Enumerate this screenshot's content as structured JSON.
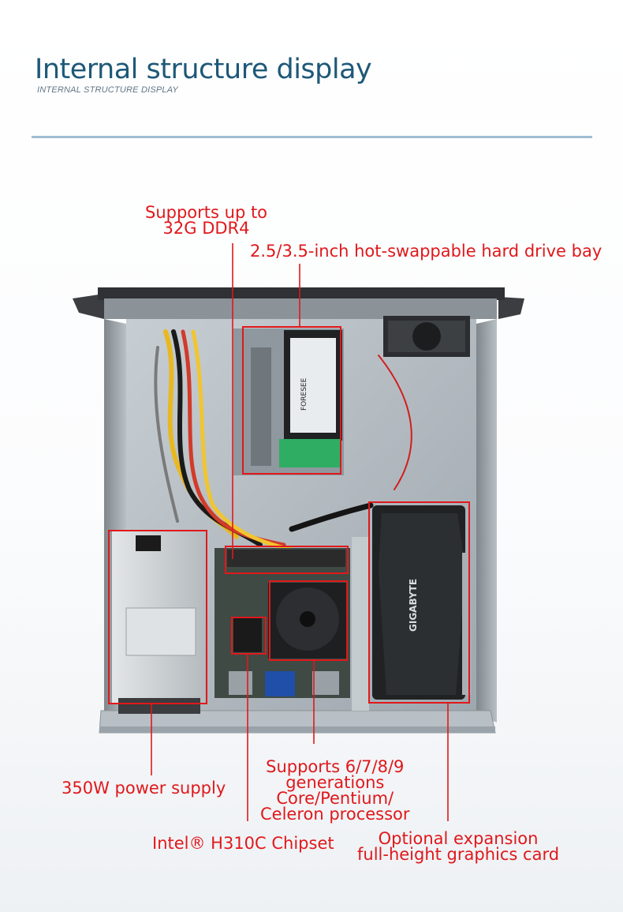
{
  "header": {
    "title": "Internal structure display",
    "subtitle": "INTERNAL STRUCTURE DISPLAY"
  },
  "labels": {
    "memory": [
      "Supports up to",
      "32G DDR4"
    ],
    "drive_bay": "2.5/3.5-inch hot-swappable hard drive bay",
    "power_supply": "350W power supply",
    "processor": [
      "Supports 6/7/8/9",
      "generations",
      "Core/Pentium/",
      "Celeron processor"
    ],
    "chipset": "Intel® H310C Chipset",
    "graphics": [
      "Optional expansion",
      "full-height graphics card"
    ]
  },
  "photo": {
    "ssd_brand": "FORESEE",
    "gpu_brand": "GIGABYTE"
  },
  "colors": {
    "title": "#1e5878",
    "accent_red": "#e0181b",
    "divider": "#9fbdd1"
  }
}
